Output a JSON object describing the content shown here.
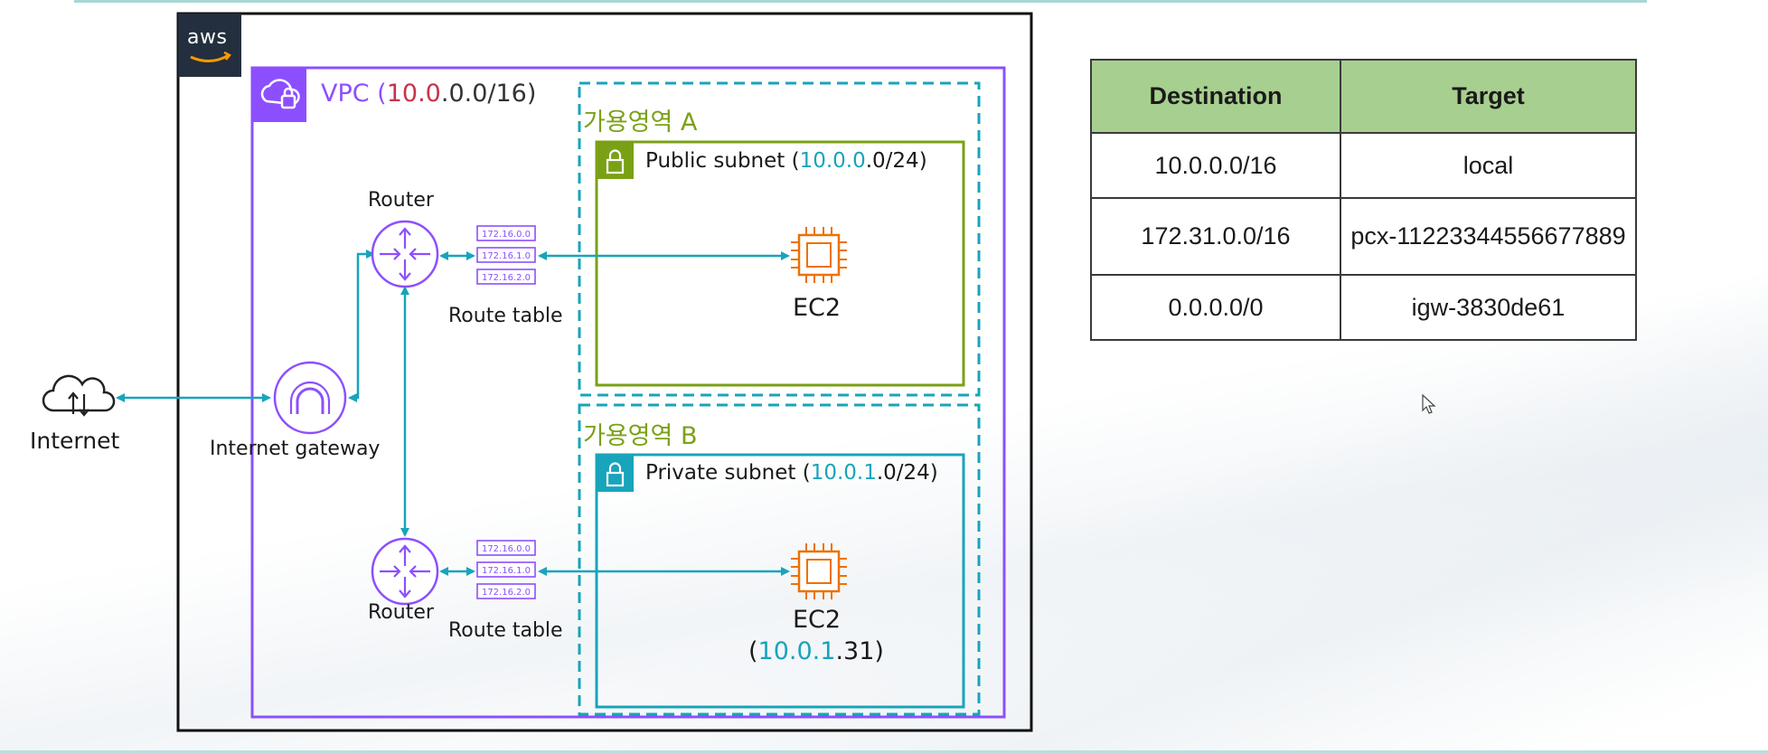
{
  "aws_logo": "aws",
  "vpc": {
    "prefix": "VPC (",
    "cidr_red": "10.0",
    "cidr_rest": ".0.0/16)"
  },
  "zones": {
    "a": {
      "label": "가용영역 A",
      "subnet": {
        "prefix": "Public subnet (",
        "cidr_accent": "10.0.0",
        "cidr_rest": ".0/24)"
      },
      "router_label": "Router",
      "route_table_label": "Route table",
      "route_table_entries": [
        "172.16.0.0",
        "172.16.1.0",
        "172.16.2.0"
      ],
      "ec2_label": "EC2"
    },
    "b": {
      "label": "가용영역 B",
      "subnet": {
        "prefix": "Private subnet (",
        "cidr_accent": "10.0.1",
        "cidr_rest": ".0/24)"
      },
      "router_label": "Router",
      "route_table_label": "Route table",
      "route_table_entries": [
        "172.16.0.0",
        "172.16.1.0",
        "172.16.2.0"
      ],
      "ec2_label": "EC2",
      "ec2_ip_open": "(",
      "ec2_ip_accent": "10.0.1",
      "ec2_ip_rest": ".31)"
    }
  },
  "internet_gateway_label": "Internet gateway",
  "internet_label": "Internet",
  "route_table": {
    "headers": [
      "Destination",
      "Target"
    ],
    "rows": [
      {
        "destination": "10.0.0.0/16",
        "target": "local"
      },
      {
        "destination": "172.31.0.0/16",
        "target": "pcx-11223344556677889"
      },
      {
        "destination": "0.0.0.0/0",
        "target": "igw-3830de61"
      }
    ]
  },
  "colors": {
    "vpc": "#8c4fff",
    "az_border": "#18a4bb",
    "public_subnet": "#7aa116",
    "private_subnet": "#18a4bb",
    "ec2": "#ed7100",
    "connector": "#18a4bb",
    "router": "#8c4fff",
    "table_header": "#a7cf8f",
    "ip_highlight": "#c7334a"
  },
  "icons": [
    "aws-logo",
    "vpc-cloud-lock-icon",
    "lock-icon",
    "router-icon",
    "route-table-icon",
    "ec2-chip-icon",
    "internet-gateway-icon",
    "cloud-updown-icon",
    "mouse-cursor-icon"
  ]
}
